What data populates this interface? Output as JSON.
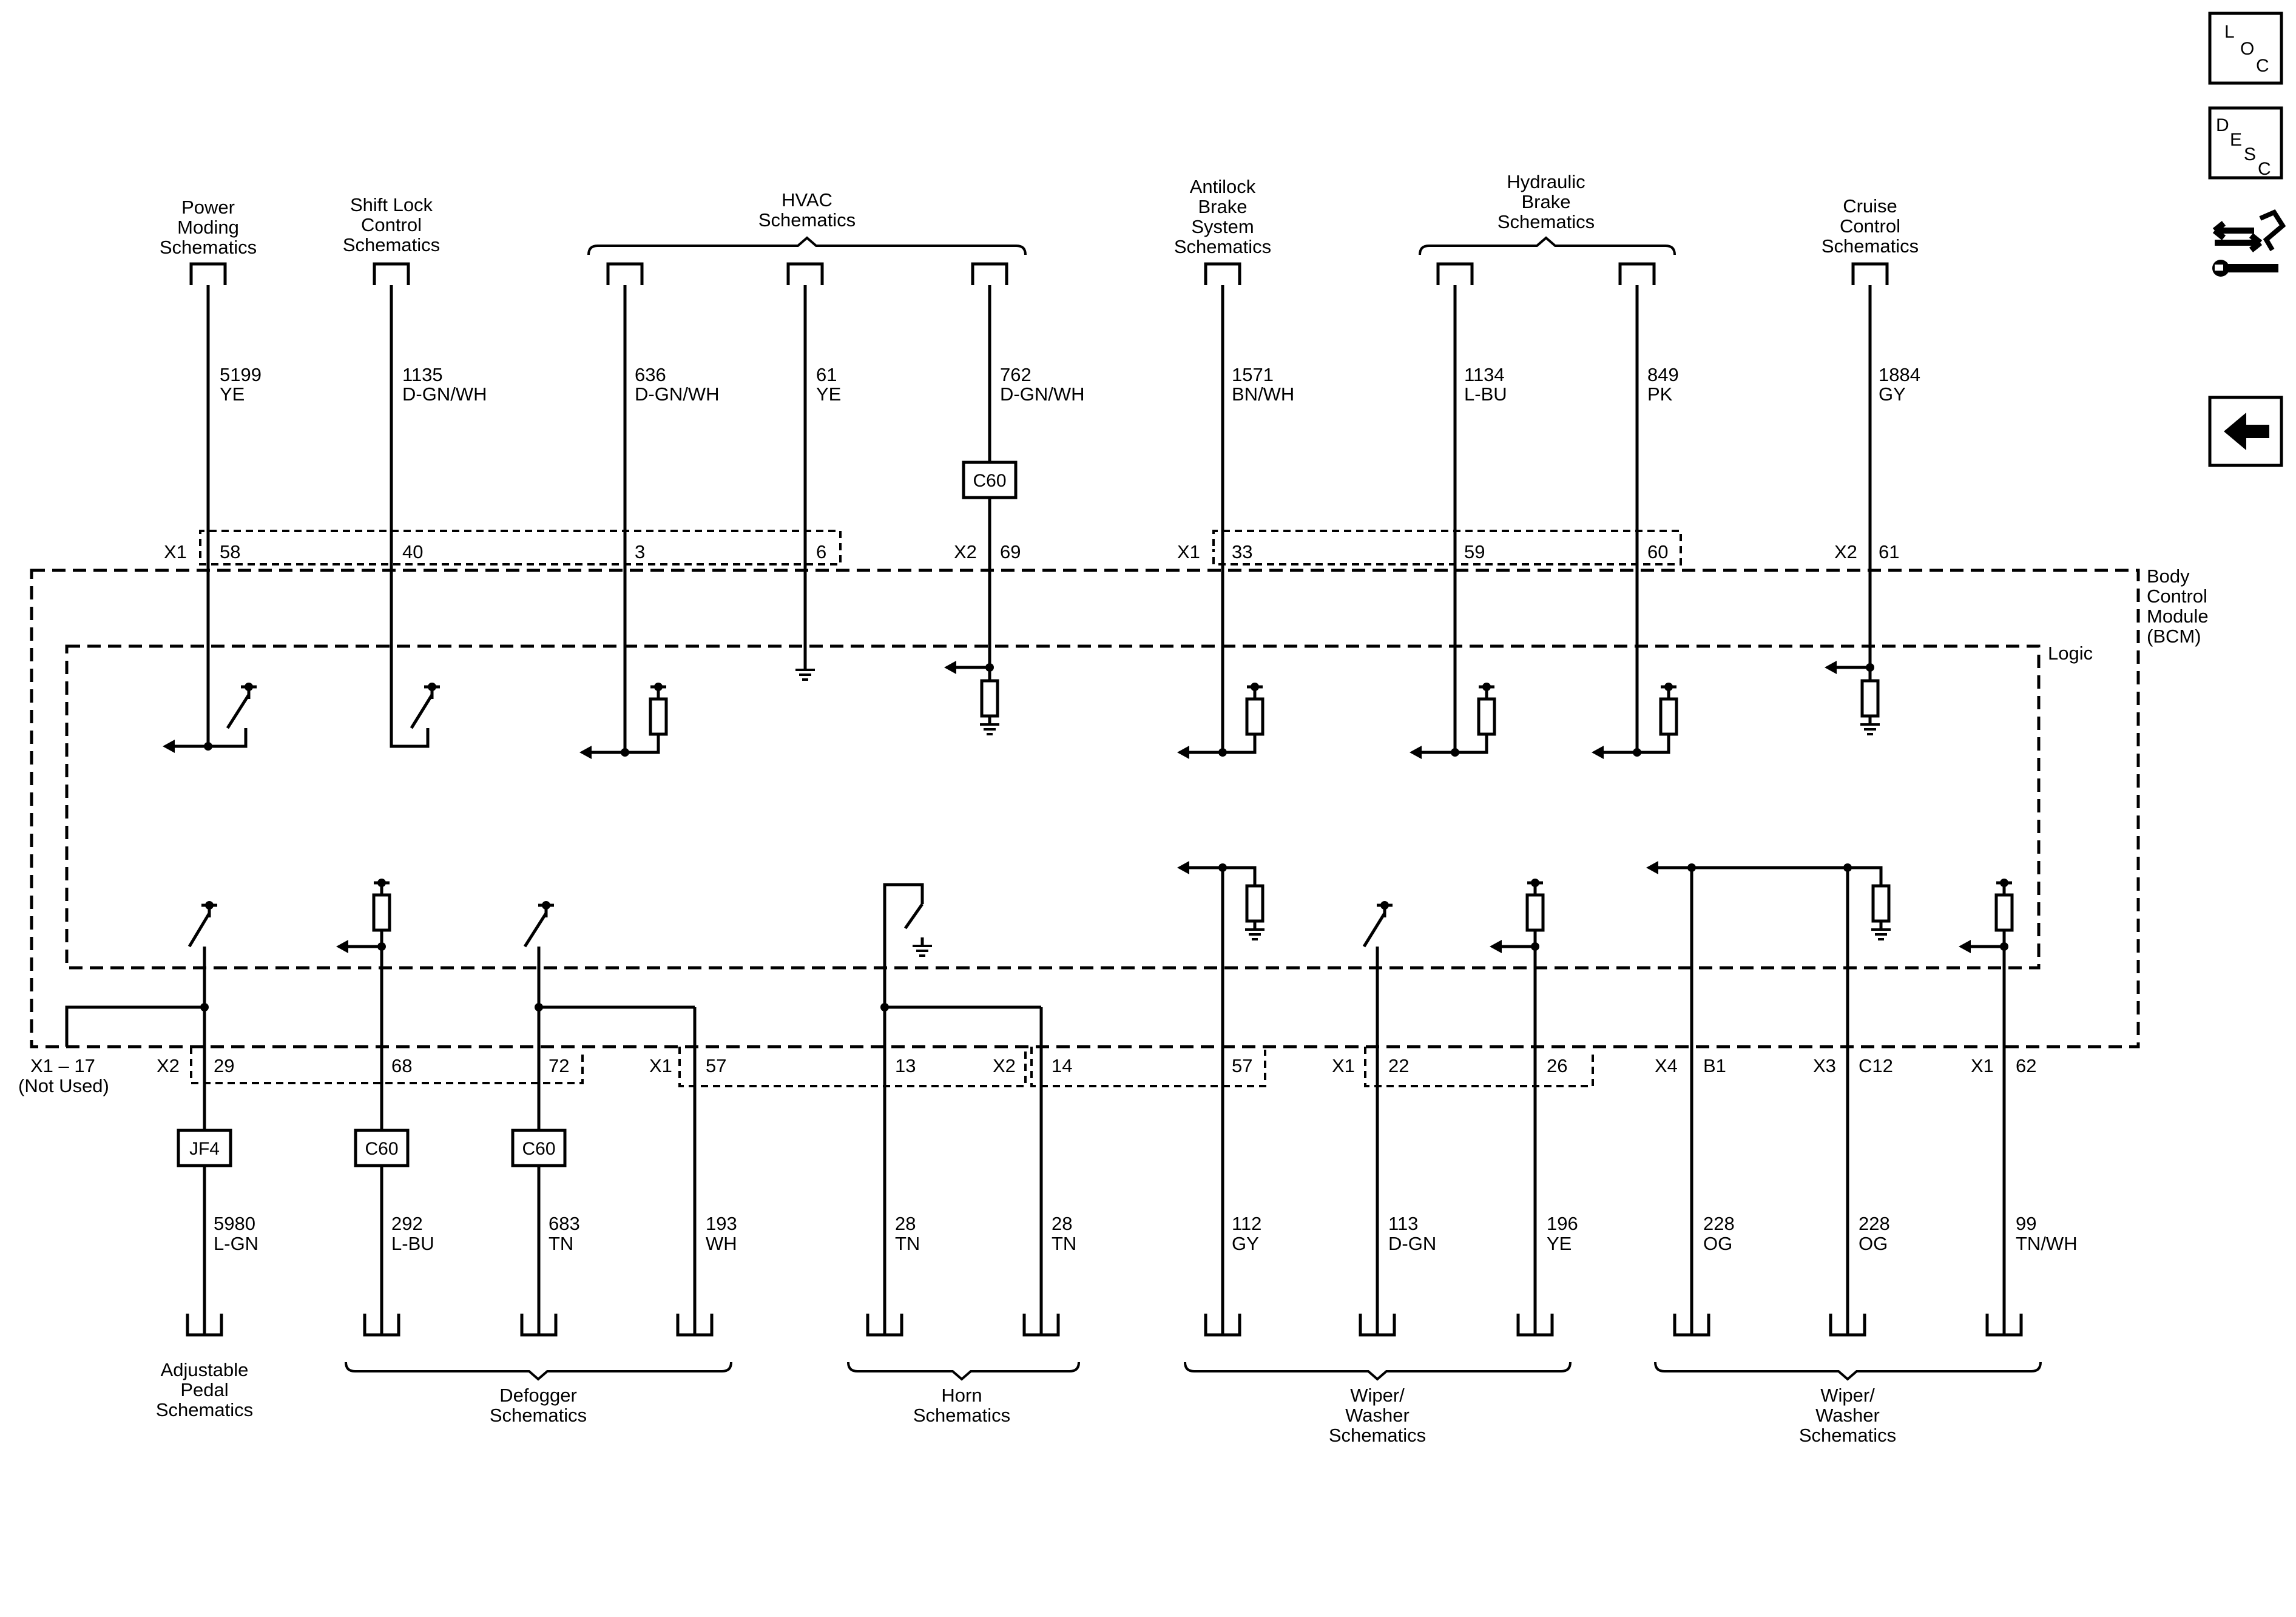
{
  "module": {
    "name": [
      "Body",
      "Control",
      "Module",
      "(BCM)"
    ],
    "logic": "Logic"
  },
  "nav": {
    "loc": [
      "L",
      "O",
      "C"
    ],
    "desc": [
      "D",
      "E",
      "S",
      "C"
    ],
    "back": "back"
  },
  "top_groups": [
    {
      "id": "power-moding",
      "label": [
        "Power",
        "Moding",
        "Schematics"
      ]
    },
    {
      "id": "shift-lock",
      "label": [
        "Shift Lock",
        "Control",
        "Schematics"
      ]
    },
    {
      "id": "hvac",
      "label": [
        "HVAC",
        "Schematics"
      ]
    },
    {
      "id": "antilock",
      "label": [
        "Antilock",
        "Brake",
        "System",
        "Schematics"
      ]
    },
    {
      "id": "hydraulic",
      "label": [
        "Hydraulic",
        "Brake",
        "Schematics"
      ]
    },
    {
      "id": "cruise",
      "label": [
        "Cruise",
        "Control",
        "Schematics"
      ]
    }
  ],
  "top_circuits": [
    {
      "circuit": "5199",
      "color": "YE",
      "conn": "X1",
      "pin": "58"
    },
    {
      "circuit": "1135",
      "color": "D-GN/WH",
      "conn": "",
      "pin": "40"
    },
    {
      "circuit": "636",
      "color": "D-GN/WH",
      "conn": "",
      "pin": "3"
    },
    {
      "circuit": "61",
      "color": "YE",
      "conn": "",
      "pin": "6"
    },
    {
      "circuit": "762",
      "color": "D-GN/WH",
      "conn": "X2",
      "pin": "69",
      "inline": "C60"
    },
    {
      "circuit": "1571",
      "color": "BN/WH",
      "conn": "X1",
      "pin": "33"
    },
    {
      "circuit": "1134",
      "color": "L-BU",
      "conn": "",
      "pin": "59"
    },
    {
      "circuit": "849",
      "color": "PK",
      "conn": "",
      "pin": "60"
    },
    {
      "circuit": "1884",
      "color": "GY",
      "conn": "X2",
      "pin": "61"
    }
  ],
  "not_used": {
    "pin": "X1 – 17",
    "note": "(Not Used)"
  },
  "bottom_circuits": [
    {
      "circuit": "5980",
      "color": "L-GN",
      "conn": "X2",
      "pin": "29",
      "inline": "JF4"
    },
    {
      "circuit": "292",
      "color": "L-BU",
      "conn": "",
      "pin": "68",
      "inline": "C60"
    },
    {
      "circuit": "683",
      "color": "TN",
      "conn": "",
      "pin": "72",
      "inline": "C60"
    },
    {
      "circuit": "193",
      "color": "WH",
      "conn": "X1",
      "pin": "57"
    },
    {
      "circuit": "28",
      "color": "TN",
      "conn": "",
      "pin": "13"
    },
    {
      "circuit": "28",
      "color": "TN",
      "conn": "X2",
      "pin": "14"
    },
    {
      "circuit": "112",
      "color": "GY",
      "conn": "",
      "pin": "57"
    },
    {
      "circuit": "113",
      "color": "D-GN",
      "conn": "X1",
      "pin": "22"
    },
    {
      "circuit": "196",
      "color": "YE",
      "conn": "",
      "pin": "26"
    },
    {
      "circuit": "228",
      "color": "OG",
      "conn": "X4",
      "pin": "B1"
    },
    {
      "circuit": "228",
      "color": "OG",
      "conn": "X3",
      "pin": "C12"
    },
    {
      "circuit": "99",
      "color": "TN/WH",
      "conn": "X1",
      "pin": "62"
    }
  ],
  "bottom_groups": [
    {
      "id": "adjustable-pedal",
      "label": [
        "Adjustable",
        "Pedal",
        "Schematics"
      ]
    },
    {
      "id": "defogger",
      "label": [
        "Defogger",
        "Schematics"
      ]
    },
    {
      "id": "horn",
      "label": [
        "Horn",
        "Schematics"
      ]
    },
    {
      "id": "wiper-washer-1",
      "label": [
        "Wiper/",
        "Washer",
        "Schematics"
      ]
    },
    {
      "id": "wiper-washer-2",
      "label": [
        "Wiper/",
        "Washer",
        "Schematics"
      ]
    }
  ]
}
